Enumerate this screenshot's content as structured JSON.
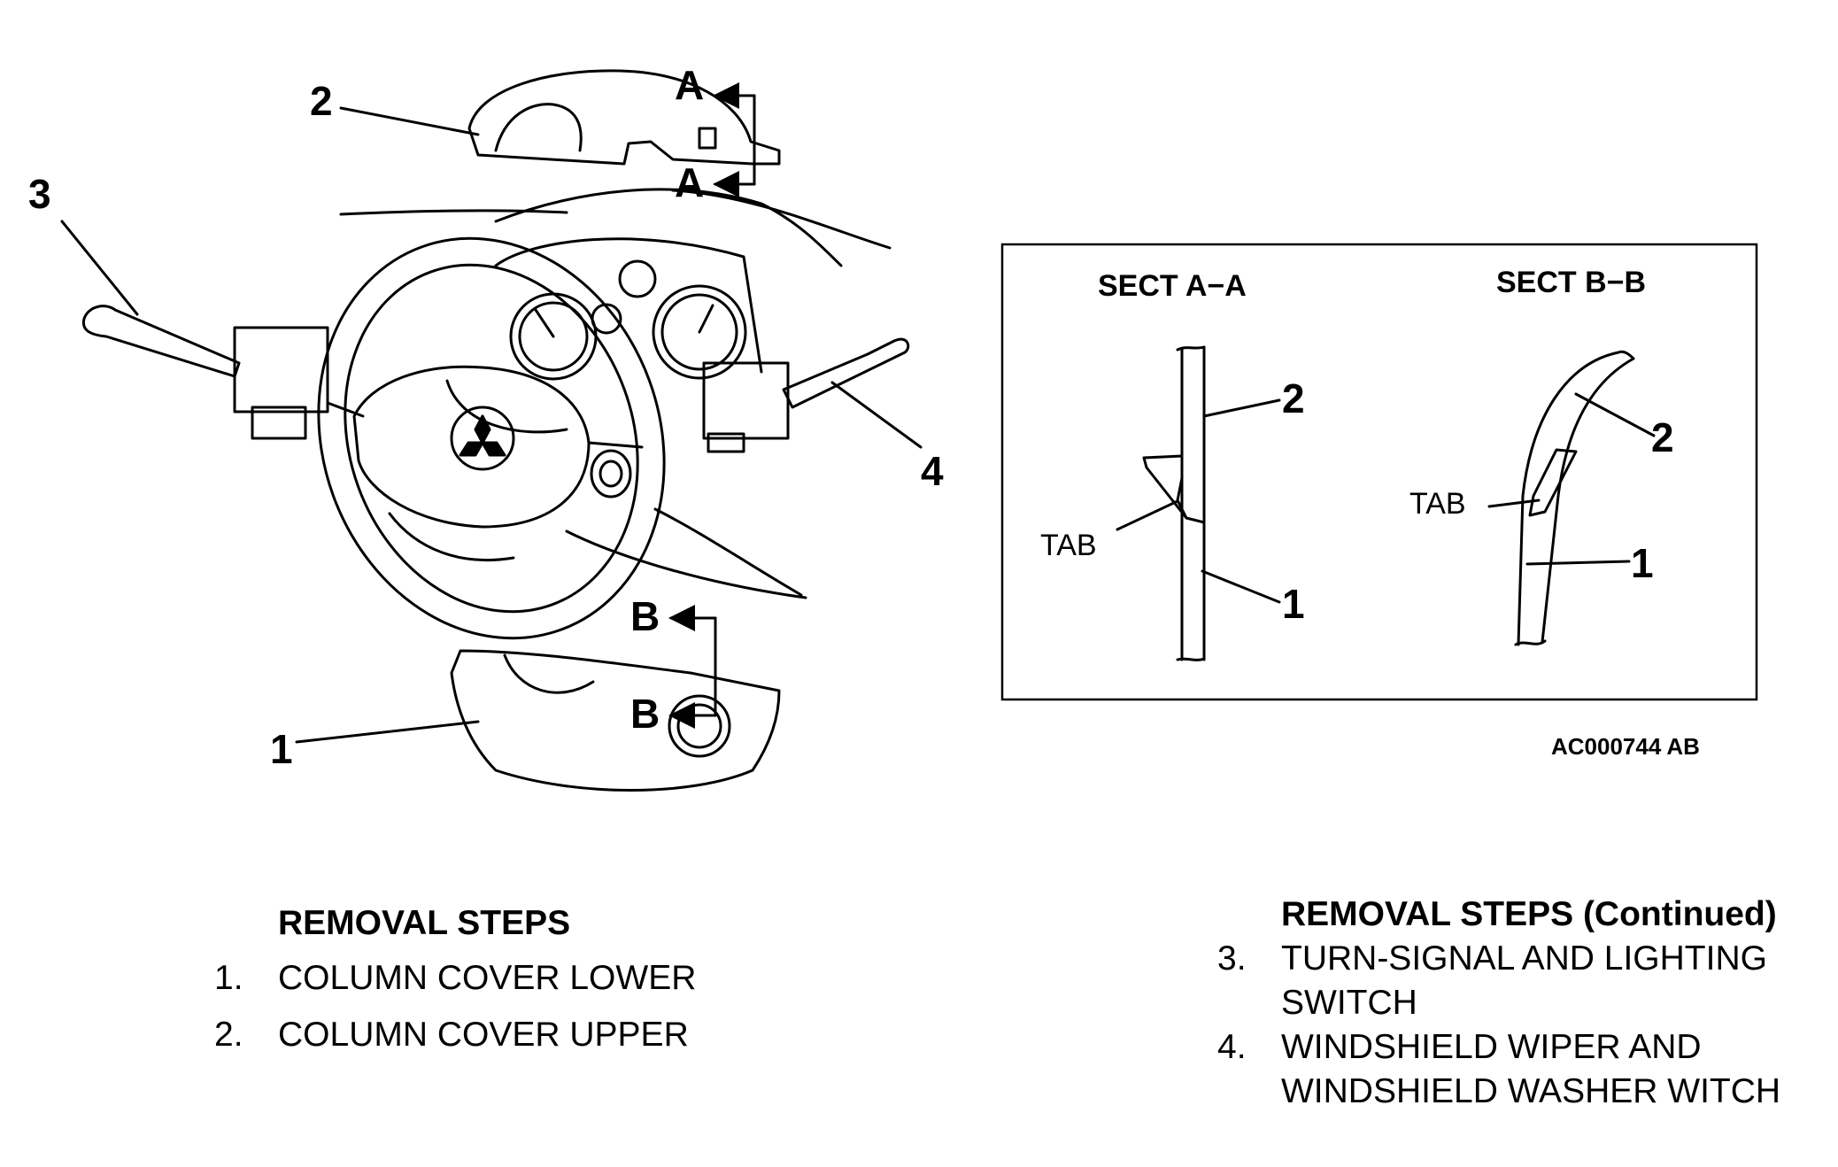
{
  "callouts": {
    "c1": "1",
    "c2": "2",
    "c3": "3",
    "c4": "4",
    "a_top": "A",
    "a_bottom": "A",
    "b_top": "B",
    "b_bottom": "B"
  },
  "inset": {
    "sect_a_title": "SECT A−A",
    "sect_b_title": "SECT B−B",
    "tab_label": "TAB",
    "a_num_2": "2",
    "a_num_1": "1",
    "b_num_2": "2",
    "b_num_1": "1"
  },
  "ref_code": "AC000744",
  "ref_suffix": "AB",
  "steps_left": {
    "heading": "REMOVAL STEPS",
    "items": [
      {
        "num": "1.",
        "text": "COLUMN COVER LOWER"
      },
      {
        "num": "2.",
        "text": "COLUMN COVER UPPER"
      }
    ]
  },
  "steps_right": {
    "heading": "REMOVAL STEPS (Continued)",
    "items": [
      {
        "num": "3.",
        "text": "TURN-SIGNAL AND LIGHTING SWITCH"
      },
      {
        "num": "4.",
        "text": "WINDSHIELD WIPER AND WINDSHIELD WASHER WITCH"
      }
    ]
  },
  "colors": {
    "ink": "#000000",
    "paper": "#ffffff"
  }
}
